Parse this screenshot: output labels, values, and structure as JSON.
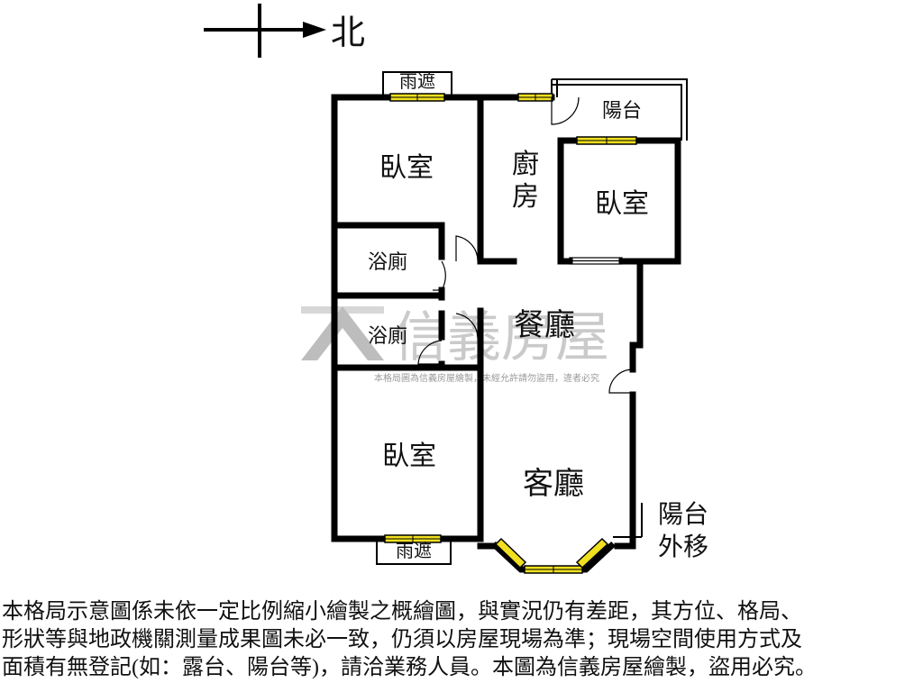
{
  "compass": {
    "north_label": "北"
  },
  "labels": {
    "bedroom_nw": "臥室",
    "kitchen": "廚房",
    "bedroom_ne": "臥室",
    "balcony_top": "陽台",
    "bath_1": "浴廁",
    "bath_2": "浴廁",
    "dining": "餐廳",
    "bedroom_sw": "臥室",
    "living": "客廳",
    "rain_shelter_top": "雨遮",
    "rain_shelter_bottom": "雨遮",
    "balcony_moved_1": "陽台",
    "balcony_moved_2": "外移"
  },
  "watermark": {
    "brand": "信義房屋",
    "notice": "本格局圖為信義房屋繪製，未經允許請勿盜用，違者必究"
  },
  "disclaimer": "本格局示意圖係未依一定比例縮小繪製之概繪圖，與實況仍有差距，其方位、格局、\n形狀等與地政機關測量成果圖未必一致，仍須以房屋現場為準；現場空間使用方式及\n面積有無登記(如：露台、陽台等)，請洽業務人員。本圖為信義房屋繪製，盜用必究。",
  "colors": {
    "wall": "#000000",
    "window": "#f0e020",
    "watermark": "#b8b8b8"
  }
}
